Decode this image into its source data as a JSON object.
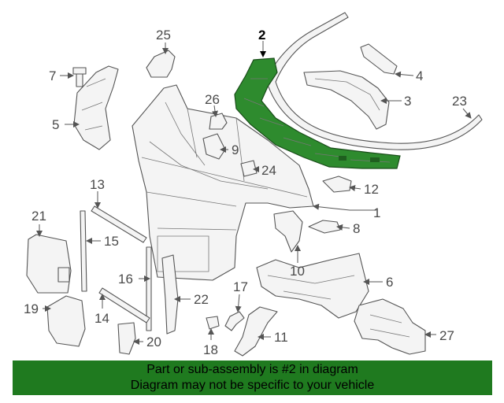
{
  "diagram": {
    "highlighted_part": "2",
    "highlight_color": "#2e8b2e",
    "callouts": {
      "c1": "1",
      "c2": "2",
      "c3": "3",
      "c4": "4",
      "c5": "5",
      "c6": "6",
      "c7": "7",
      "c8": "8",
      "c9": "9",
      "c10": "10",
      "c11": "11",
      "c12": "12",
      "c13": "13",
      "c14": "14",
      "c15": "15",
      "c16": "16",
      "c17": "17",
      "c18": "18",
      "c19": "19",
      "c20": "20",
      "c21": "21",
      "c22": "22",
      "c23": "23",
      "c24": "24",
      "c25": "25",
      "c26": "26",
      "c27": "27"
    }
  },
  "banner": {
    "line1": "Part or sub-assembly is #2 in diagram",
    "line2": "Diagram may not be specific to your vehicle",
    "color": "#1f7a1f"
  }
}
